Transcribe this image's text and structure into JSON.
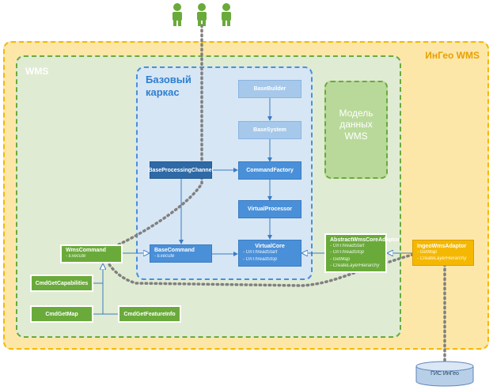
{
  "regions": {
    "ingeo": {
      "label": "ИнГео WMS"
    },
    "wms": {
      "label": "WMS"
    },
    "base": {
      "label": "Базовый\nкаркас"
    },
    "model": {
      "label": "Модель\nданных\nWMS"
    }
  },
  "nodes": {
    "base_builder": {
      "title": "BaseBuilder"
    },
    "base_system": {
      "title": "BaseSystem"
    },
    "base_processing_channel": {
      "title": "BaseProcessingChannel"
    },
    "command_factory": {
      "title": "CommandFactory"
    },
    "virtual_processor": {
      "title": "VirtualProcessor"
    },
    "virtual_core": {
      "title": "VirtualCore",
      "members": [
        "- OnThreadStart",
        "- OnThreadStop"
      ]
    },
    "base_command": {
      "title": "BaseCommand",
      "members": [
        "- Execute"
      ]
    },
    "wms_command": {
      "title": "WmsCommand",
      "members": [
        "- Execute"
      ]
    },
    "abstract_wms_core_adaptor": {
      "title": "AbstractWmsCoreAdaptor",
      "members": [
        "- OnThreadStart",
        "- OnThreadStop",
        "- GetMap",
        "- CreateLayerHierarchy"
      ]
    },
    "ingeo_wms_adaptor": {
      "title": "IngeoWmsAdaptor",
      "members": [
        "- GetMap",
        "- CreateLayerHierarchy"
      ]
    },
    "cmd_get_capabilities": {
      "title": "CmdGetCapabilities"
    },
    "cmd_get_map": {
      "title": "CmdGetMap"
    },
    "cmd_get_feature_info": {
      "title": "CmdGetFeatureInfo"
    }
  },
  "database": {
    "label": "ГИС ИнГео"
  },
  "colors": {
    "ingeo_fill": "#fde7a8",
    "ingeo_border": "#f5b800",
    "wms_fill": "#e0ebd3",
    "wms_border": "#6aaa3a",
    "base_fill": "#d6e6f5",
    "base_border": "#4a90d9",
    "node_blue": "#4a90d9",
    "node_blue_light": "#a6c8ea",
    "node_blue_dark": "#2f6aa6",
    "node_green": "#6aaa3a",
    "node_gold": "#f5b800",
    "user_icon": "#6aaa3a",
    "dotted_path": "#808080"
  },
  "icons": [
    "user-icon",
    "user-icon",
    "user-icon",
    "database-icon"
  ]
}
